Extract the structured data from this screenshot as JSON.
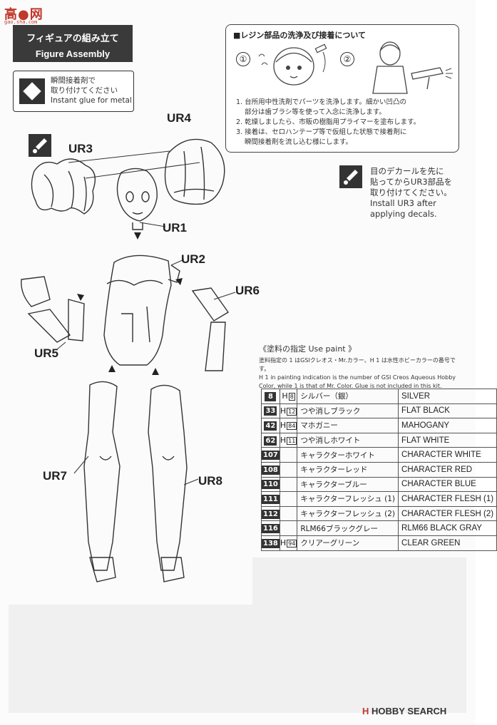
{
  "watermark": {
    "logo": "高●网",
    "sub": "gao.sha.com"
  },
  "header": {
    "title_jp": "フィギュアの組み立て",
    "title_en": "Figure Assembly"
  },
  "glue_note": {
    "line1": "瞬間接着剤で",
    "line2": "取り付けてください",
    "line3": "Instant glue for metal"
  },
  "wash": {
    "title": "■レジン部品の洗浄及び接着について",
    "step1_num": "①",
    "step2_num": "②",
    "steps": [
      "1. 台所用中性洗剤でパーツを洗浄します。細かい凹凸の",
      "部分は歯ブラシ等を使って入念に洗浄します。",
      "2. 乾燥しましたら、市販の樹脂用プライマーを塗布します。",
      "3. 接着は、セロハンテープ等で仮組した状態で接着剤に",
      "瞬間接着剤を流し込む様にします。"
    ]
  },
  "decal_note": {
    "line1": "目のデカールを先に",
    "line2": "貼ってからUR3部品を",
    "line3": "取り付けてください。",
    "line4": "Install UR3 after",
    "line5": "applying decals."
  },
  "parts": {
    "ur1": "UR1",
    "ur2": "UR2",
    "ur3": "UR3",
    "ur4": "UR4",
    "ur5": "UR5",
    "ur6": "UR6",
    "ur7": "UR7",
    "ur8": "UR8"
  },
  "paint": {
    "header": "《塗料の指定 Use paint 》",
    "note1": "塗料指定の 1 はGSIクレオス・Mr.カラー、H 1 は水性ホビーカラーの番号です。",
    "note2": "H 1 in painting indication is the number of GSI Creos Aqueous Hobby",
    "note3": "Color, while 1 is that of Mr. Color. Glue is not included in this kit.",
    "rows": [
      {
        "num": "8",
        "h": "8",
        "jp": "シルバー（銀）",
        "en": "SILVER"
      },
      {
        "num": "33",
        "h": "12",
        "jp": "つや消しブラック",
        "en": "FLAT BLACK"
      },
      {
        "num": "42",
        "h": "84",
        "jp": "マホガニー",
        "en": "MAHOGANY"
      },
      {
        "num": "62",
        "h": "11",
        "jp": "つや消しホワイト",
        "en": "FLAT WHITE"
      },
      {
        "num": "107",
        "h": "",
        "jp": "キャラクターホワイト",
        "en": "CHARACTER WHITE"
      },
      {
        "num": "108",
        "h": "",
        "jp": "キャラクターレッド",
        "en": "CHARACTER RED"
      },
      {
        "num": "110",
        "h": "",
        "jp": "キャラクターブルー",
        "en": "CHARACTER BLUE"
      },
      {
        "num": "111",
        "h": "",
        "jp": "キャラクターフレッシュ (1)",
        "en": "CHARACTER FLESH (1)"
      },
      {
        "num": "112",
        "h": "",
        "jp": "キャラクターフレッシュ (2)",
        "en": "CHARACTER FLESH (2)"
      },
      {
        "num": "116",
        "h": "",
        "jp": "RLM66ブラックグレー",
        "en": "RLM66 BLACK GRAY"
      },
      {
        "num": "138",
        "h": "94",
        "jp": "クリアーグリーン",
        "en": "CLEAR GREEN"
      }
    ]
  },
  "footer": {
    "brand_h": "H",
    "brand": "HOBBY SEARCH"
  }
}
